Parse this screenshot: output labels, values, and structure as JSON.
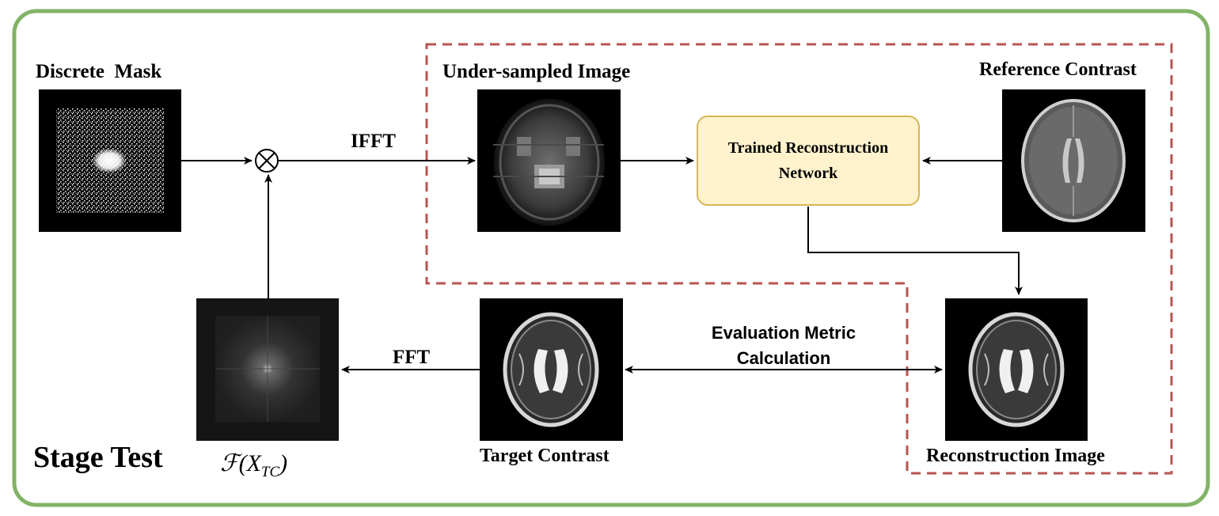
{
  "labels": {
    "discrete_mask": "Discrete  Mask",
    "under_sampled_image": "Under-sampled Image",
    "reference_contrast": "Reference Contrast",
    "ifft": "IFFT",
    "fft": "FFT",
    "network_line1": "Trained Reconstruction",
    "network_line2": "Network",
    "evaluation_line1": "Evaluation Metric",
    "evaluation_line2": "Calculation",
    "target_contrast": "Target Contrast",
    "reconstruction_image": "Reconstruction Image",
    "stage_title": "Stage Test",
    "kspace_label": "ℱ(X",
    "kspace_sub": "TC",
    "kspace_close": ")"
  },
  "colors": {
    "outer_border": "#82b366",
    "dashed_region": "#b85450",
    "network_fill": "#fff2cc",
    "network_border": "#d6b656"
  }
}
